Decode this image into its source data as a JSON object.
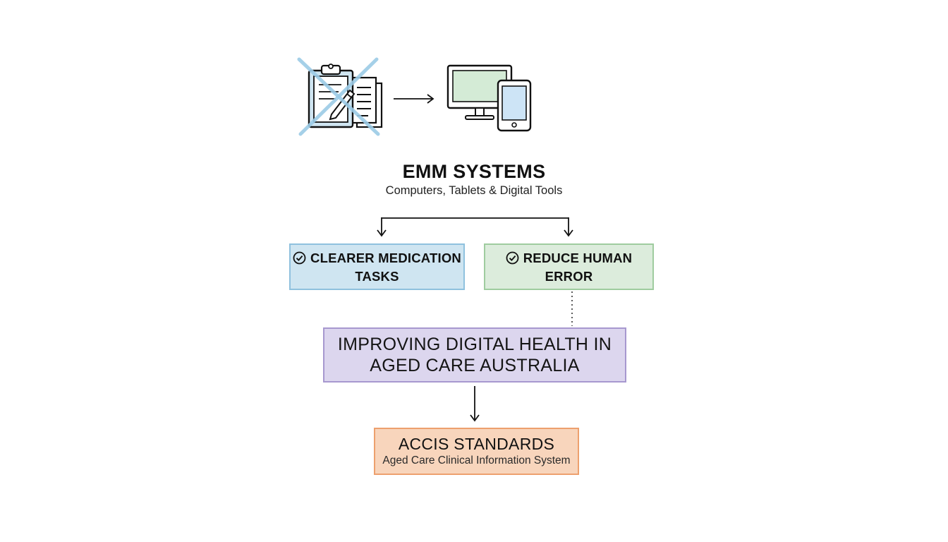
{
  "header": {
    "title": "EMM SYSTEMS",
    "subtitle": "Computers, Tablets & Digital Tools"
  },
  "icons": {
    "legacy": "crossed-out-clipboard-and-paper-icon",
    "transition": "arrow-right-icon",
    "digital": "desktop-and-tablet-icon"
  },
  "benefits": [
    {
      "label_line1": "CLEARER MEDICATION",
      "label_line2": "TASKS",
      "icon": "check-circle-icon"
    },
    {
      "label_line1": "REDUCE HUMAN",
      "label_line2": "ERROR",
      "icon": "check-circle-icon"
    }
  ],
  "outcome": {
    "line1": "IMPROVING DIGITAL HEALTH IN",
    "line2": "AGED CARE AUSTRALIA"
  },
  "standard": {
    "title": "ACCIS STANDARDS",
    "subtitle": "Aged Care Clinical Information System"
  },
  "colors": {
    "blue_fill": "#cfe5f1",
    "blue_border": "#8fc1de",
    "green_fill": "#dcecdc",
    "green_border": "#9fcc9f",
    "purple_fill": "#dcd6ee",
    "purple_border": "#a798cf",
    "orange_fill": "#f8d5bc",
    "orange_border": "#eda06e",
    "cross": "#9ccbe6"
  }
}
